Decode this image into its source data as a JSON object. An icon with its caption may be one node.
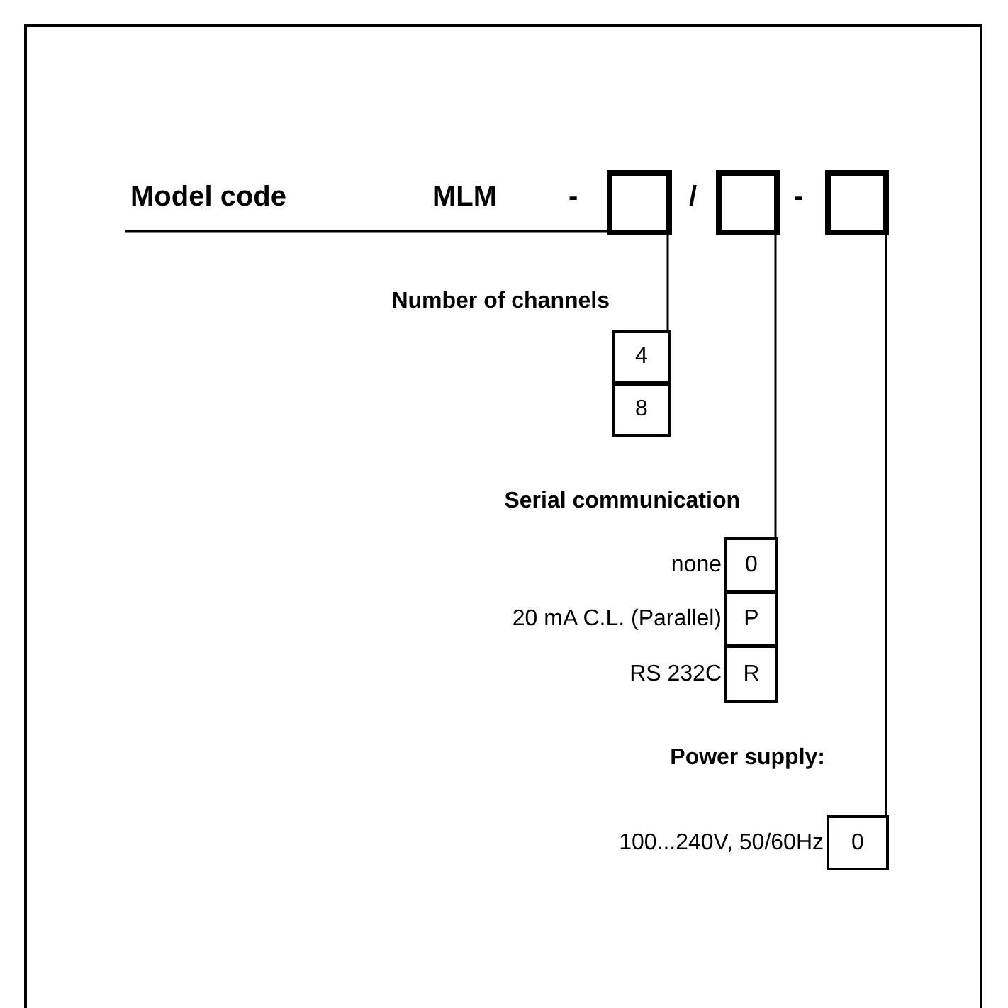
{
  "diagram": {
    "nodes": [
      {
        "text": [],
        "shape": "box"
      },
      {
        "text": [],
        "shape": "box"
      },
      {
        "text": [],
        "shape": "box"
      },
      {
        "text": [
          "4"
        ]
      },
      {
        "text": [
          "8"
        ]
      },
      {
        "text": [
          "0"
        ],
        "beside": [
          "none"
        ]
      },
      {
        "text": [
          "P"
        ],
        "beside": [
          "20 mA C.L. (Parallel)"
        ]
      },
      {
        "text": [
          "R"
        ],
        "beside": [
          "RS 232C"
        ]
      },
      {
        "text": [
          "0"
        ],
        "beside": [
          "100...240V, 50/60Hz"
        ]
      }
    ],
    "edges": [
      {
        "from": 0,
        "to": 3,
        "arrow": "none"
      },
      {
        "from": 1,
        "to": 5,
        "arrow": "none"
      },
      {
        "from": 2,
        "to": 8,
        "arrow": "none"
      }
    ],
    "labels": [
      "Model code",
      "MLM",
      "-",
      "/",
      "-",
      "Number of channels",
      "Serial communication",
      "Power supply:"
    ]
  }
}
